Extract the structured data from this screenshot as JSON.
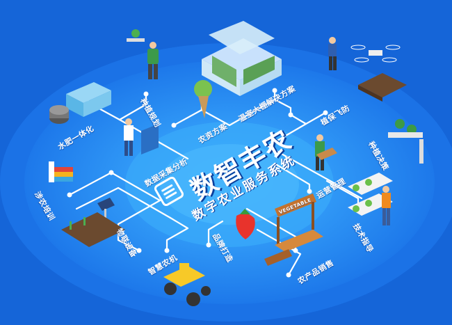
{
  "title": "数智丰农",
  "subtitle": "数字农业服务系统",
  "labels": {
    "fertigation": "水肥一体化",
    "planting_plan": "种植规划",
    "greenhouse": "温室大棚解决方案",
    "plant_protection": "植保飞防",
    "agri_plan": "农资方案",
    "data_analysis": "数据采集分析",
    "planting_decision": "种植决策",
    "operation": "运营管理",
    "training": "涉农培训",
    "iot": "物联设备",
    "brand": "品牌打造",
    "smart_machine": "智慧农机",
    "sales": "农产品销售",
    "tech_guide": "技术指导"
  },
  "stall_sign": "VEGETABLE",
  "colors": {
    "background": "#1565d8",
    "ring_outer": "#1e7cf0",
    "ring_mid": "#2a92f6",
    "center": "#38a8fa",
    "line": "#ffffff"
  }
}
